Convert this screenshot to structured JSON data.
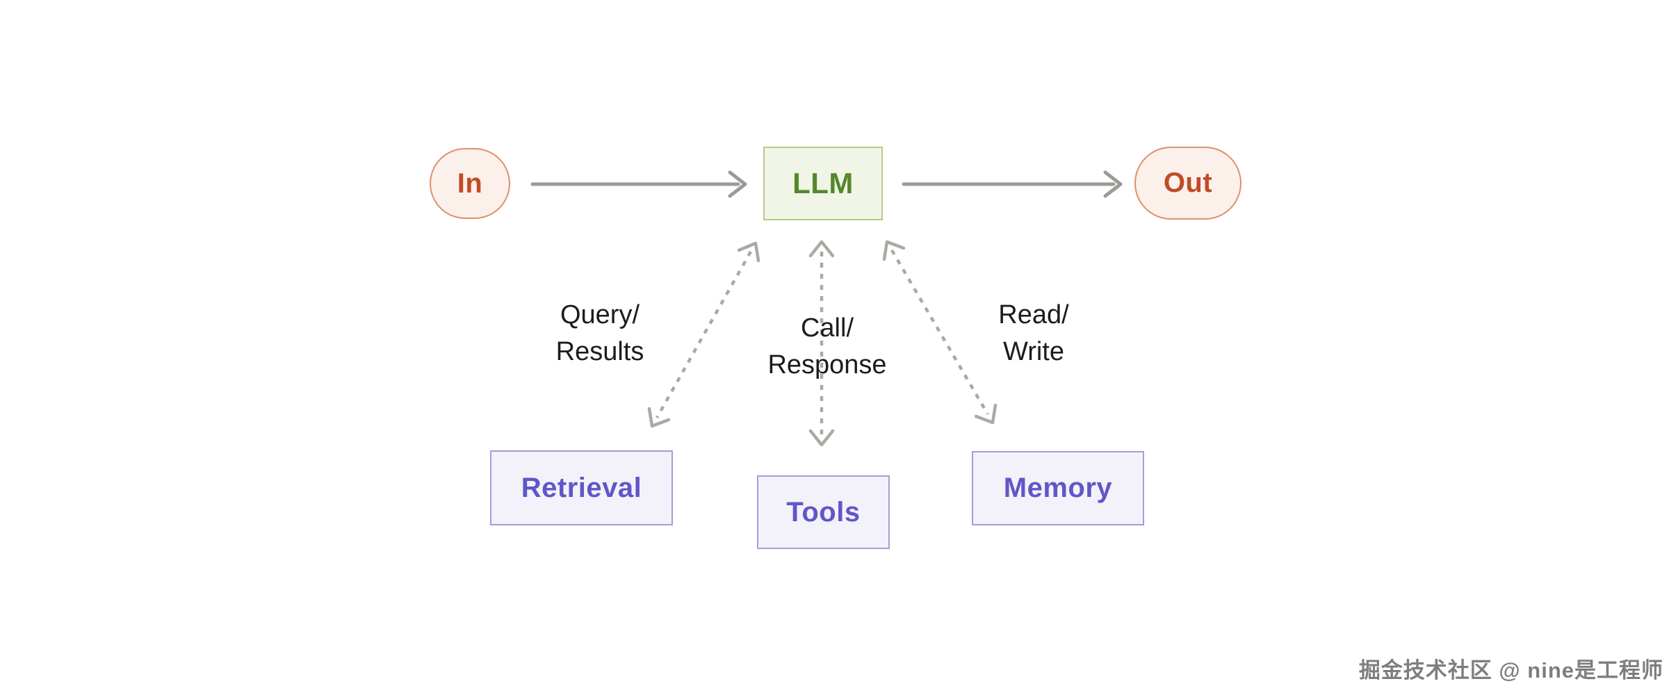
{
  "diagram": {
    "nodes": {
      "in": {
        "label": "In"
      },
      "llm": {
        "label": "LLM"
      },
      "out": {
        "label": "Out"
      },
      "retrieval": {
        "label": "Retrieval"
      },
      "tools": {
        "label": "Tools"
      },
      "memory": {
        "label": "Memory"
      }
    },
    "edges": [
      {
        "from": "In",
        "to": "LLM",
        "style": "solid-arrow"
      },
      {
        "from": "LLM",
        "to": "Out",
        "style": "solid-arrow"
      },
      {
        "from": "LLM",
        "to": "Retrieval",
        "style": "dashed-double-arrow",
        "label": "Query/Results"
      },
      {
        "from": "LLM",
        "to": "Tools",
        "style": "dashed-double-arrow",
        "label": "Call/Response"
      },
      {
        "from": "LLM",
        "to": "Memory",
        "style": "dashed-double-arrow",
        "label": "Read/Write"
      }
    ],
    "edge_labels": {
      "retrieval": {
        "line1": "Query/",
        "line2": "Results"
      },
      "tools": {
        "line1": "Call/",
        "line2": "Response"
      },
      "memory": {
        "line1": "Read/",
        "line2": "Write"
      }
    },
    "colors": {
      "io_fill": "#fbf0ea",
      "io_border": "#de8f6d",
      "io_text": "#c04b26",
      "llm_fill": "#f0f5e7",
      "llm_border": "#b3cb87",
      "llm_text": "#53882c",
      "aug_fill": "#f3f2fa",
      "aug_border": "#a59bdb",
      "aug_text": "#6156c8",
      "arrow_solid": "#9c9a96",
      "arrow_dashed": "#aba9a4",
      "edge_label_text": "#1c1c1c",
      "background": "#ffffff"
    }
  },
  "watermark": {
    "text": "掘金技术社区 @ nine是工程师"
  }
}
